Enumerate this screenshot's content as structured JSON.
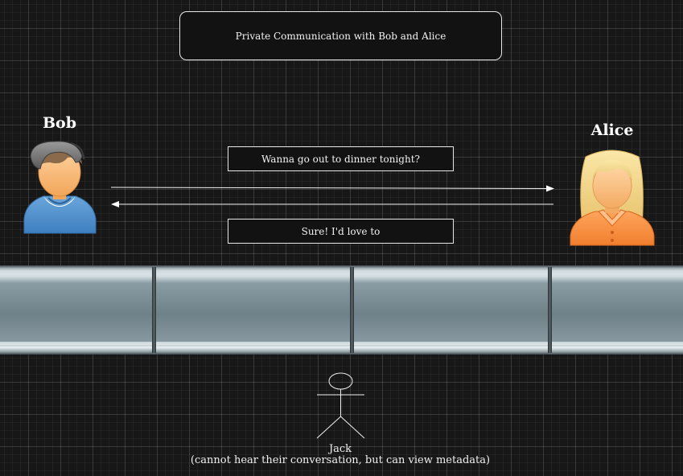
{
  "title": "Private Communication with Bob and Alice",
  "participants": {
    "left": {
      "name": "Bob",
      "avatar": "male-user-icon"
    },
    "right": {
      "name": "Alice",
      "avatar": "female-user-icon"
    }
  },
  "messages": [
    {
      "from": "Bob",
      "to": "Alice",
      "text": "Wanna go out to dinner tonight?"
    },
    {
      "from": "Alice",
      "to": "Bob",
      "text": "Sure! I'd love to"
    }
  ],
  "channel": {
    "type": "glass-pipe-icon"
  },
  "observer": {
    "name": "Jack",
    "note": "(cannot hear their conversation, but can view metadata)",
    "icon": "stick-figure-icon"
  },
  "colors": {
    "background": "#171717",
    "box_fill": "#121212",
    "box_border": "#e8e8e8",
    "pipe": "#7d8e95"
  }
}
